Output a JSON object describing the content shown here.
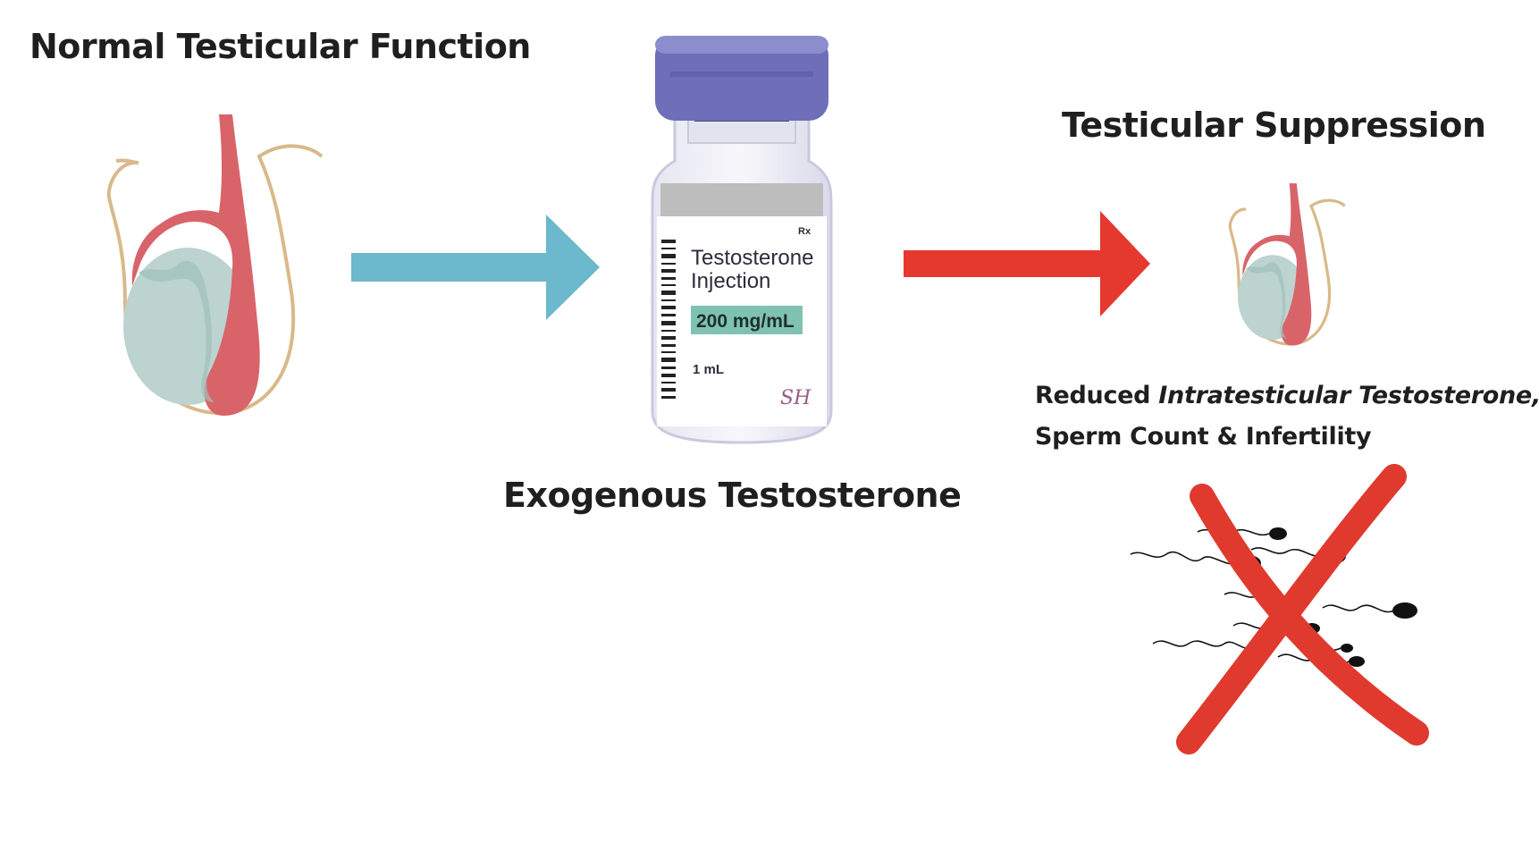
{
  "labels": {
    "normal_title": "Normal Testicular Function",
    "suppression_title": "Testicular Suppression",
    "exogenous_title": "Exogenous Testosterone"
  },
  "effects": {
    "prefix": "Reduced ",
    "emphasis": "Intratesticular Testosterone,",
    "line2": "Sperm Count & Infertility"
  },
  "vial": {
    "name_line1": "Testosterone",
    "name_line2": "Injection",
    "strength": "200 mg/mL",
    "volume": "1 mL",
    "rx_mark": "Rx",
    "brand_mark": "SH"
  },
  "colors": {
    "scrotum_outline": "#d9b98a",
    "testis_fill": "#bcd3cf",
    "epididymis": "#d8646a",
    "arrow_blue": "#6cb8cc",
    "arrow_red": "#e5392f",
    "cap_purple": "#6e6fb8",
    "strength_band": "#7fc2b4",
    "cross_red": "#e03a2e",
    "sperm": "#111111"
  },
  "icons": {
    "normal_testis": "testis-icon",
    "suppressed_testis": "small-testis-icon",
    "vial": "vial-icon",
    "sperm_group": "sperm-icon",
    "cross": "red-x-icon"
  }
}
